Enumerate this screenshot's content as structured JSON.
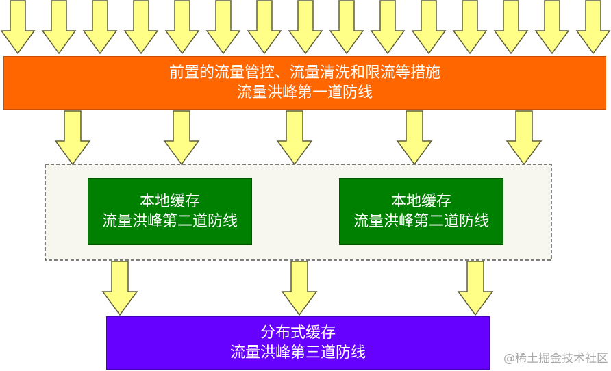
{
  "first_line": {
    "title": "前置的流量管控、流量清洗和限流等措施",
    "subtitle": "流量洪峰第一道防线"
  },
  "second_line": {
    "boxes": [
      {
        "title": "本地缓存",
        "subtitle": "流量洪峰第二道防线"
      },
      {
        "title": "本地缓存",
        "subtitle": "流量洪峰第二道防线"
      }
    ]
  },
  "third_line": {
    "title": "分布式缓存",
    "subtitle": "流量洪峰第三道防线"
  },
  "watermark": "@稀土掘金技术社区",
  "icons": {
    "flow_arrow": "arrow-down-icon"
  },
  "colors": {
    "arrow_fill": "#ffff88",
    "arrow_stroke": "#5e5e3c",
    "first_line_fill": "#ff6600",
    "first_line_border": "#c85000",
    "container_fill": "#f7f6ef",
    "container_border": "#333333",
    "second_line_fill": "#008000",
    "second_line_border": "#005500",
    "third_line_fill": "#6600ff",
    "third_line_border": "#4a00b8",
    "box_text": "#ffffff",
    "watermark_text": "#a8a8a8"
  }
}
